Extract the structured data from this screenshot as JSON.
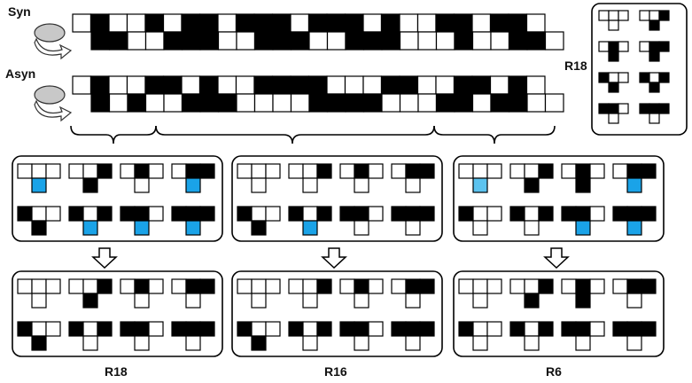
{
  "labels": {
    "syn": "Syn",
    "asyn": "Asyn",
    "legend_rule": "R18",
    "bottom_rules": [
      "R18",
      "R16",
      "R6"
    ]
  },
  "colors": {
    "black": "#000000",
    "white": "#ffffff",
    "blue": "#1aa3e8",
    "blue_light": "#5cc3ef"
  },
  "icons": {
    "cycle": "cycle-arrow-icon",
    "down": "down-arrow-icon",
    "brace": "curly-brace-icon"
  },
  "strips": {
    "syn_top": "01001011011101110100110110",
    "syn_bot": "11001110011100111000100110",
    "asyn_top": "01001101001111000110011010",
    "asyn_bot": "10100111000011110001101100"
  },
  "legend_patterns": [
    {
      "t": "000",
      "b": "0"
    },
    {
      "t": "001",
      "b": "1"
    },
    {
      "t": "010",
      "b": "1"
    },
    {
      "t": "011",
      "b": "1"
    },
    {
      "t": "100",
      "b": "1"
    },
    {
      "t": "101",
      "b": "1"
    },
    {
      "t": "110",
      "b": "0"
    },
    {
      "t": "111",
      "b": "0"
    }
  ],
  "middle_groups": [
    [
      {
        "t": "000",
        "b": "B"
      },
      {
        "t": "001",
        "b": "1"
      },
      {
        "t": "010",
        "b": "0"
      },
      {
        "t": "011",
        "b": "B"
      },
      {
        "t": "100",
        "b": "1"
      },
      {
        "t": "101",
        "b": "B"
      },
      {
        "t": "110",
        "b": "B"
      },
      {
        "t": "111",
        "b": "B"
      }
    ],
    [
      {
        "t": "000",
        "b": "0"
      },
      {
        "t": "001",
        "b": "0"
      },
      {
        "t": "010",
        "b": "0"
      },
      {
        "t": "011",
        "b": "0"
      },
      {
        "t": "100",
        "b": "1"
      },
      {
        "t": "101",
        "b": "B"
      },
      {
        "t": "110",
        "b": "0"
      },
      {
        "t": "111",
        "b": "0"
      }
    ],
    [
      {
        "t": "000",
        "b": "L"
      },
      {
        "t": "001",
        "b": "1"
      },
      {
        "t": "010",
        "b": "1"
      },
      {
        "t": "011",
        "b": "B"
      },
      {
        "t": "100",
        "b": "0"
      },
      {
        "t": "101",
        "b": "0"
      },
      {
        "t": "110",
        "b": "B"
      },
      {
        "t": "111",
        "b": "B"
      }
    ]
  ],
  "bottom_groups": [
    [
      {
        "t": "000",
        "b": "0"
      },
      {
        "t": "001",
        "b": "1"
      },
      {
        "t": "010",
        "b": "0"
      },
      {
        "t": "011",
        "b": "0"
      },
      {
        "t": "100",
        "b": "1"
      },
      {
        "t": "101",
        "b": "0"
      },
      {
        "t": "110",
        "b": "0"
      },
      {
        "t": "111",
        "b": "0"
      }
    ],
    [
      {
        "t": "000",
        "b": "0"
      },
      {
        "t": "001",
        "b": "0"
      },
      {
        "t": "010",
        "b": "0"
      },
      {
        "t": "011",
        "b": "0"
      },
      {
        "t": "100",
        "b": "1"
      },
      {
        "t": "101",
        "b": "0"
      },
      {
        "t": "110",
        "b": "0"
      },
      {
        "t": "111",
        "b": "0"
      }
    ],
    [
      {
        "t": "000",
        "b": "0"
      },
      {
        "t": "001",
        "b": "1"
      },
      {
        "t": "010",
        "b": "1"
      },
      {
        "t": "011",
        "b": "0"
      },
      {
        "t": "100",
        "b": "0"
      },
      {
        "t": "101",
        "b": "0"
      },
      {
        "t": "110",
        "b": "0"
      },
      {
        "t": "111",
        "b": "0"
      }
    ]
  ]
}
